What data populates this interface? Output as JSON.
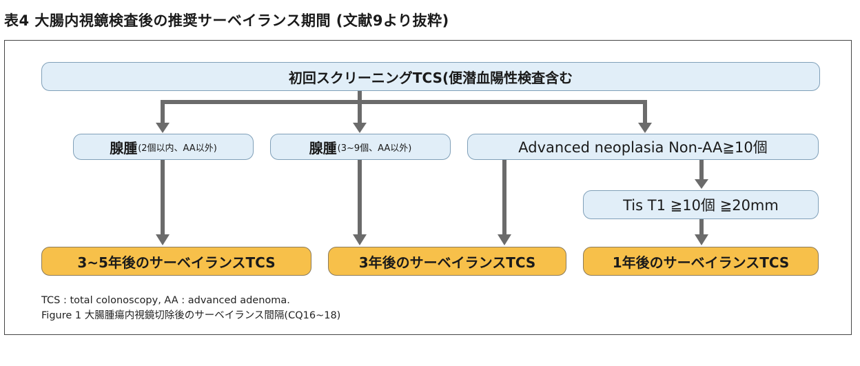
{
  "title": "表4  大腸内視鏡検査後の推奨サーベイランス期間 (文献9より抜粋)",
  "flowchart": {
    "root": "初回スクリーニングTCS(便潜血陽性検査含む",
    "categories": [
      {
        "main": "腺腫",
        "note": "(2個以内、AA以外)"
      },
      {
        "main": "腺腫",
        "note": "(3~9個、AA以外)"
      },
      {
        "main": "Advanced neoplasia Non-AA≧10個",
        "note": ""
      }
    ],
    "sub_node": "Tis T1 ≧10個 ≧20mm",
    "outcomes": [
      "3~5年後のサーベイランスTCS",
      "3年後のサーベイランスTCS",
      "1年後のサーベイランスTCS"
    ]
  },
  "footnotes": {
    "abbreviations": "TCS : total colonoscopy,  AA : advanced adenoma.",
    "figure_caption": "Figure 1  大腸腫瘍内視鏡切除後のサーベイランス間隔(CQ16~18)"
  },
  "colors": {
    "node_fill": "#e1eef8",
    "outcome_fill": "#f7c04a",
    "arrow": "#6b6b6b"
  }
}
